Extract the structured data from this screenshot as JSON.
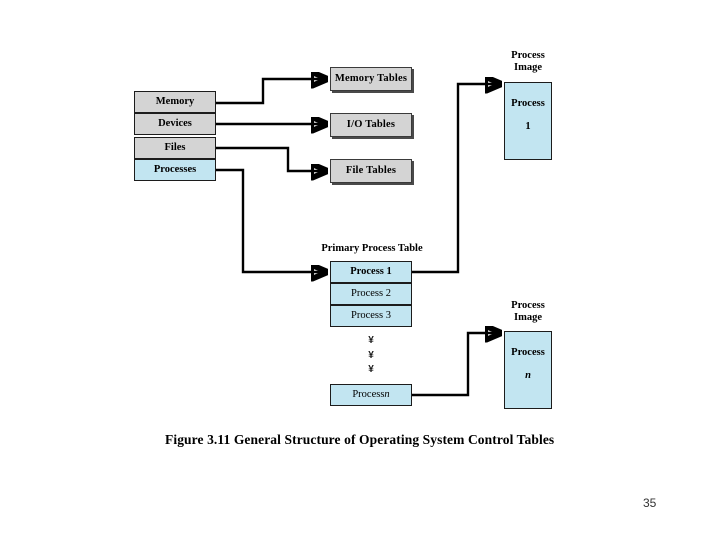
{
  "figure": {
    "caption": "Figure 3.11  General Structure of Operating System Control Tables",
    "page_number": "35"
  },
  "resource_stack": {
    "name": "operating-system-resource-list",
    "items": [
      {
        "label": "Memory",
        "color": "#d4d4d4"
      },
      {
        "label": "Devices",
        "color": "#d4d4d4"
      },
      {
        "label": "Files",
        "color": "#d4d4d4"
      },
      {
        "label": "Processes",
        "color": "#c2e5f1"
      }
    ]
  },
  "control_tables": [
    {
      "label": "Memory Tables"
    },
    {
      "label": "I/O Tables"
    },
    {
      "label": "File Tables"
    }
  ],
  "primary_process_table": {
    "title": "Primary Process Table",
    "rows": [
      {
        "label": "Process 1",
        "bold": true
      },
      {
        "label": "Process 2",
        "bold": false
      },
      {
        "label": "Process 3",
        "bold": false
      }
    ],
    "ellipsis_glyph": "¥",
    "ellipsis_count": 3,
    "last_row": {
      "label_prefix": "Process ",
      "label_suffix": "n"
    }
  },
  "process_images": [
    {
      "title": "Process\nImage",
      "body_line1": "Process",
      "body_line2": "1",
      "body_italic": false
    },
    {
      "title": "Process\nImage",
      "body_line1": "Process",
      "body_line2": "n",
      "body_italic": true
    }
  ],
  "colors": {
    "gray_fill": "#d4d4d4",
    "blue_fill": "#c2e5f1",
    "outline": "#1c1c1c",
    "background": "#ffffff",
    "connector": "#000000"
  }
}
